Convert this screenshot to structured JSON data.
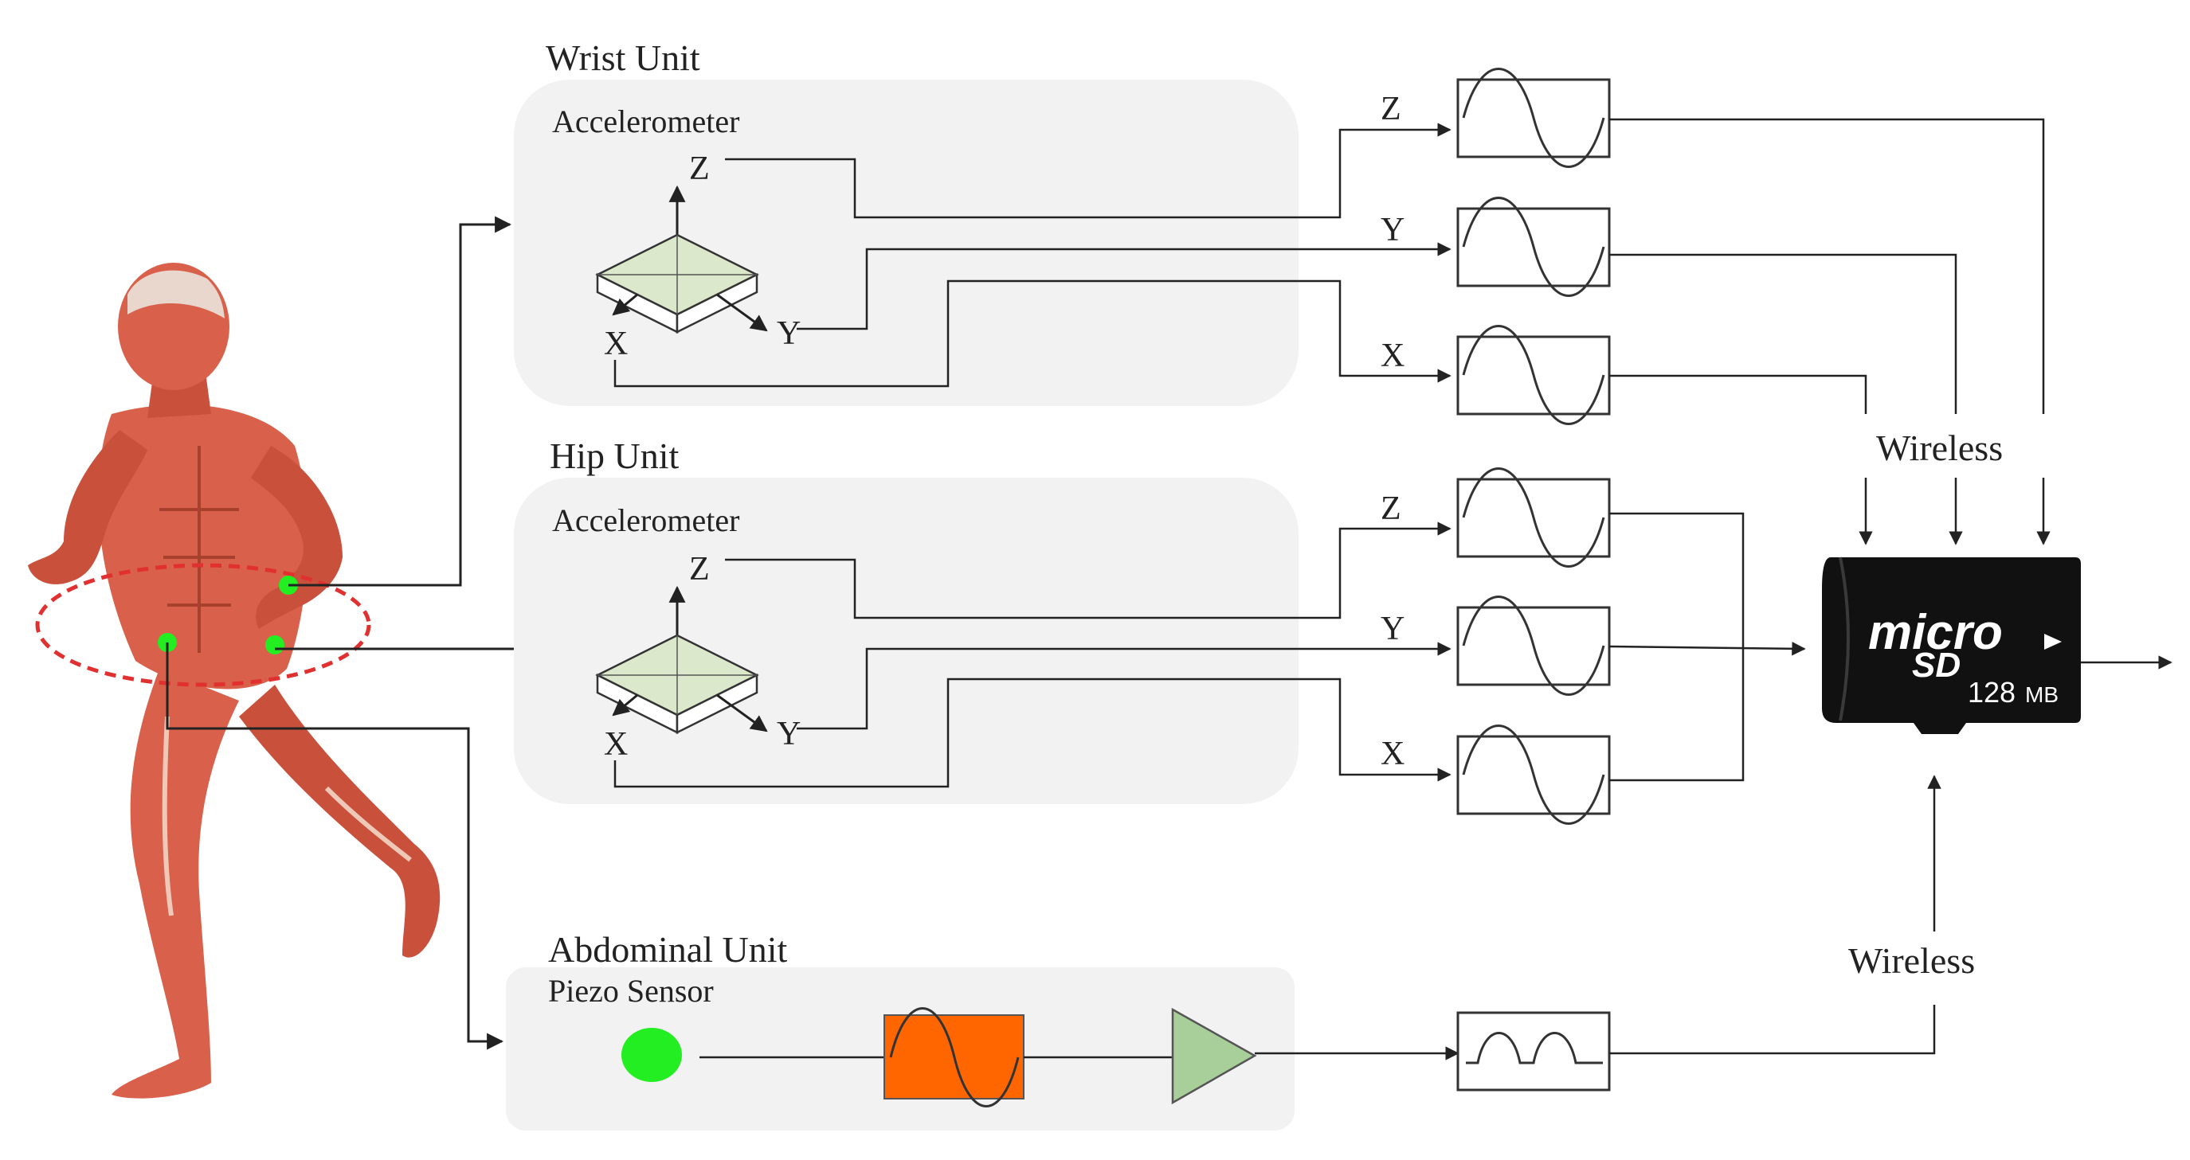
{
  "units": {
    "wrist": {
      "title": "Wrist Unit",
      "sensor": "Accelerometer"
    },
    "hip": {
      "title": "Hip Unit",
      "sensor": "Accelerometer"
    },
    "abdominal": {
      "title": "Abdominal Unit",
      "sensor": "Piezo Sensor"
    }
  },
  "axes": {
    "x": "X",
    "y": "Y",
    "z": "Z"
  },
  "wireless_labels": [
    "Wireless",
    "Wireless"
  ],
  "sd_card": {
    "brand_top": "micro",
    "brand_bottom": "SD",
    "capacity": "128",
    "unit": "MB"
  },
  "colors": {
    "panel": "#f2f2f2",
    "sensor_dot": "#22ee22",
    "filter_box": "#ff6600",
    "amplifier": "#a8cf9a",
    "chip_face": "#dbe8cc",
    "ellipse": "#e03030",
    "skin": "#d9604a",
    "sd_card": "#111111"
  },
  "icons": [
    "human-figure",
    "accelerometer-chip-icon",
    "sine-wave-icon",
    "pulse-wave-icon",
    "amplifier-icon",
    "microsd-card-icon"
  ]
}
